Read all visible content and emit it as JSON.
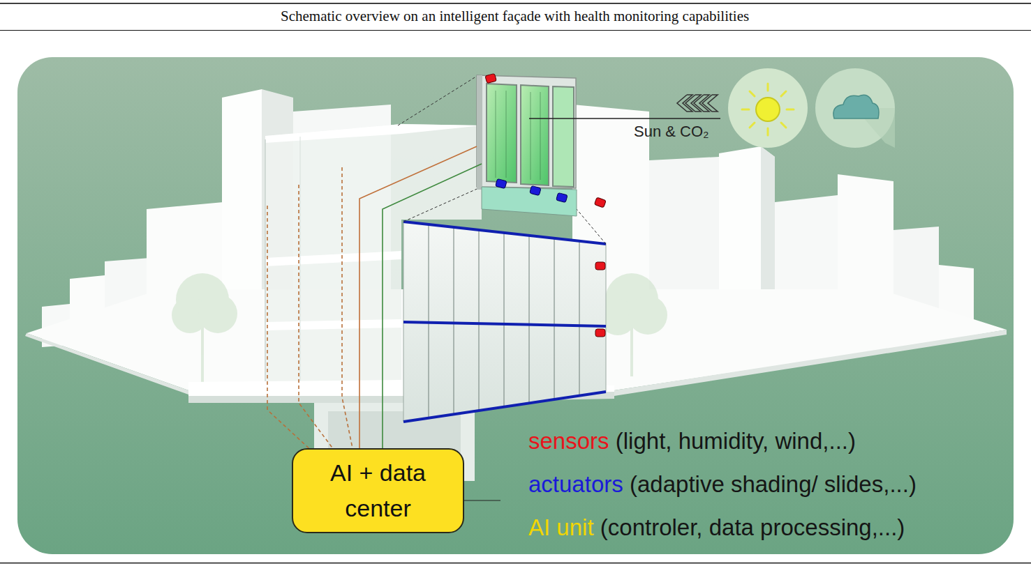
{
  "diagram": {
    "title": "Schematic overview on an intelligent façade with health monitoring capabilities",
    "nodes": [
      {
        "text": [
          "AI + data center"
        ]
      }
    ],
    "labels": [
      "Sun & CO₂",
      "(light, humidity, wind,...)",
      "(adaptive shading/ slides,...)",
      "(controler, data processing,...)"
    ],
    "legend": [
      {
        "text": "sensors",
        "color": "#e8141c"
      },
      {
        "text": "actuators",
        "color": "#1a1ad8"
      },
      {
        "text": "AI unit",
        "color": "#f2d600"
      }
    ]
  }
}
